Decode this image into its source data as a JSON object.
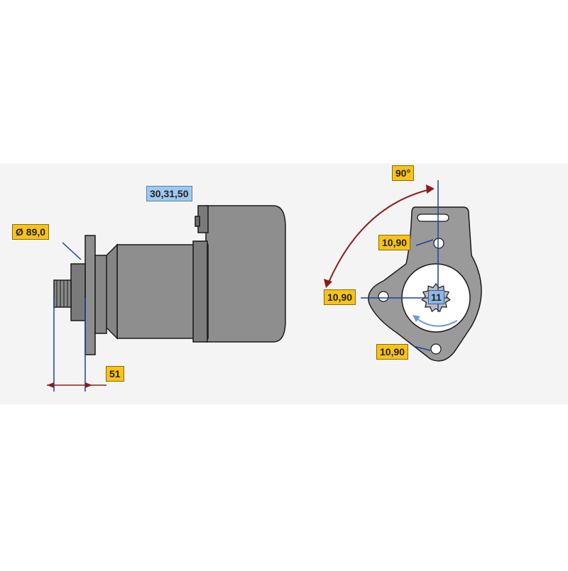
{
  "labels": {
    "terminals": "30,31,50",
    "flange_diameter": "Ø 89,0",
    "flange_offset": "51",
    "rotation_angle": "90°",
    "hole_top": "10,90",
    "hole_left": "10,90",
    "hole_bottom": "10,90",
    "pinion_teeth": "11"
  },
  "colors": {
    "body": "#8c8c8c",
    "body_dark": "#6e6e6e",
    "outline": "#1a1a1a",
    "dimension_line": "#1f3fa0",
    "arrow": "#8b1d1d",
    "label_yellow": "#f7c21a",
    "label_blue": "#9ec8ee",
    "background_band": "#f2f2f2"
  },
  "legend": []
}
